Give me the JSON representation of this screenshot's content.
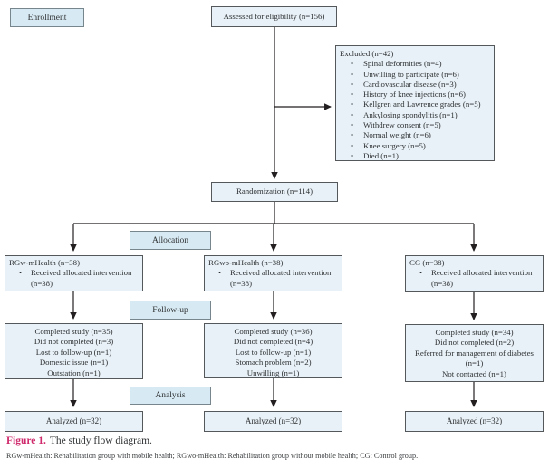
{
  "figure": {
    "caption_label": "Figure 1.",
    "caption_text": "The study flow diagram.",
    "footnote": "RGw-mHealth: Rehabilitation group with mobile health; RGwo-mHealth: Rehabilitation group without mobile health; CG: Control group."
  },
  "colors": {
    "box_fill": "#e8f1f7",
    "stage_label_fill": "#d7e9f2",
    "box_border": "#54585a",
    "stage_label_border": "#76868c",
    "connector": "#231f20",
    "caption_accent": "#cf2a6c",
    "text": "#2e3133"
  },
  "flow": {
    "enrollment_label": "Enrollment",
    "assessed_box": "Assessed for eligibility (n=156)",
    "excluded_box": {
      "title": "Excluded (n=42)",
      "items": [
        "Spinal deformities (n=4)",
        "Unwilling to participate (n=6)",
        "Cardiovascular disease (n=3)",
        "History of knee injections (n=6)",
        "Kellgren and Lawrence grades (n=5)",
        "Ankylosing spondylitis (n=1)",
        "Withdrew consent (n=5)",
        "Normal weight (n=6)",
        "Knee surgery (n=5)",
        "Died (n=1)"
      ]
    },
    "randomization_box": "Randomization (n=114)",
    "stage_labels": {
      "allocation": "Allocation",
      "followup": "Follow-up",
      "analysis": "Analysis"
    },
    "arms": [
      {
        "allocation_title": "RGw-mHealth (n=38)",
        "allocation_bullet": "Received allocated intervention (n=38)",
        "followup_lines": [
          "Completed study (n=35)",
          "Did not completed (n=3)",
          "Lost to follow-up (n=1)",
          "Domestic issue (n=1)",
          "Outstation (n=1)"
        ],
        "analyzed": "Analyzed (n=32)"
      },
      {
        "allocation_title": "RGwo-mHealth (n=38)",
        "allocation_bullet": "Received allocated intervention (n=38)",
        "followup_lines": [
          "Completed study (n=36)",
          "Did not completed (n=4)",
          "Lost to follow-up (n=1)",
          "Stomach problem (n=2)",
          "Unwilling (n=1)"
        ],
        "analyzed": "Analyzed (n=32)"
      },
      {
        "allocation_title": "CG (n=38)",
        "allocation_bullet": "Received allocated intervention (n=38)",
        "followup_lines": [
          "Completed study (n=34)",
          "Did not completed (n=2)",
          "Referred for management of diabetes (n=1)",
          "Not contacted (n=1)"
        ],
        "analyzed": "Analyzed (n=32)"
      }
    ]
  }
}
